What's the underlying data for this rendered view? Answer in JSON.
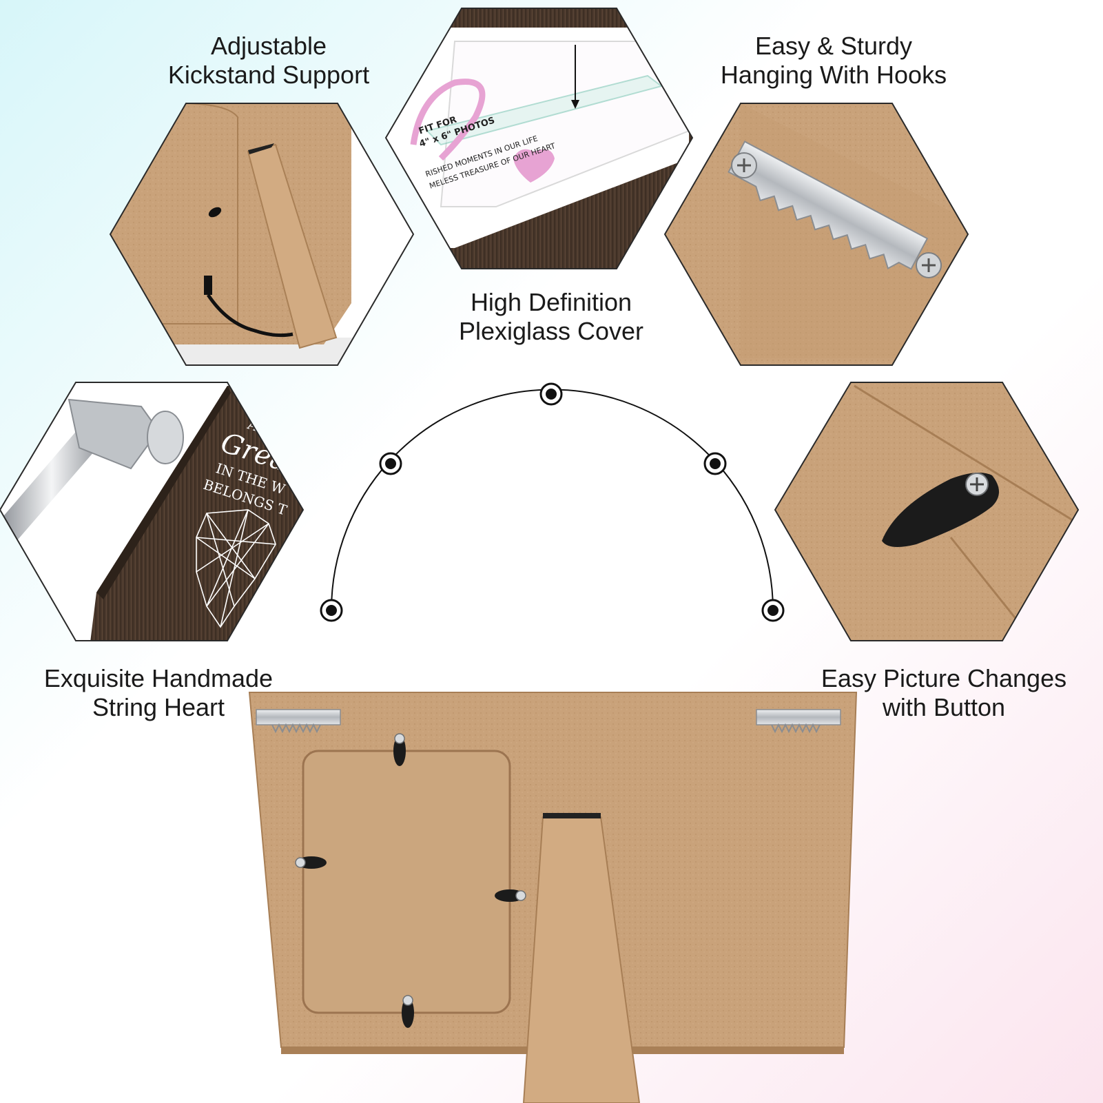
{
  "features": [
    {
      "line1": "Adjustable",
      "line2": "Kickstand Support"
    },
    {
      "line1": "High Definition",
      "line2": "Plexiglass Cover"
    },
    {
      "line1": "Easy & Sturdy",
      "line2": "Hanging With Hooks"
    },
    {
      "line1": "Exquisite Handmade",
      "line2": "String Heart"
    },
    {
      "line1": "Easy Picture Changes",
      "line2": "with Button"
    }
  ],
  "frame_insert_text": {
    "fit_line1": "FIT FOR",
    "fit_line2": "4\" x 6\" PHOTOS",
    "line1": "RISHED MOMENTS IN OUR LIFE",
    "line2": "MELESS TREASURE OF OUR HEART"
  },
  "wood_sign_text": {
    "line1": "AS",
    "line2": "Grea",
    "line3": "IN THE W",
    "line4": "BELONGS T"
  },
  "colors": {
    "mdf": "#c9a27a",
    "mdf_dark": "#b98f66",
    "walnut": "#4a382c",
    "pink_heart": "#e7a3d3",
    "metal": "#c9ccd0",
    "accent_black": "#111111"
  },
  "icons": [
    "hammer-icon",
    "sawtooth-hook-icon",
    "turn-button-icon",
    "screw-icon"
  ]
}
